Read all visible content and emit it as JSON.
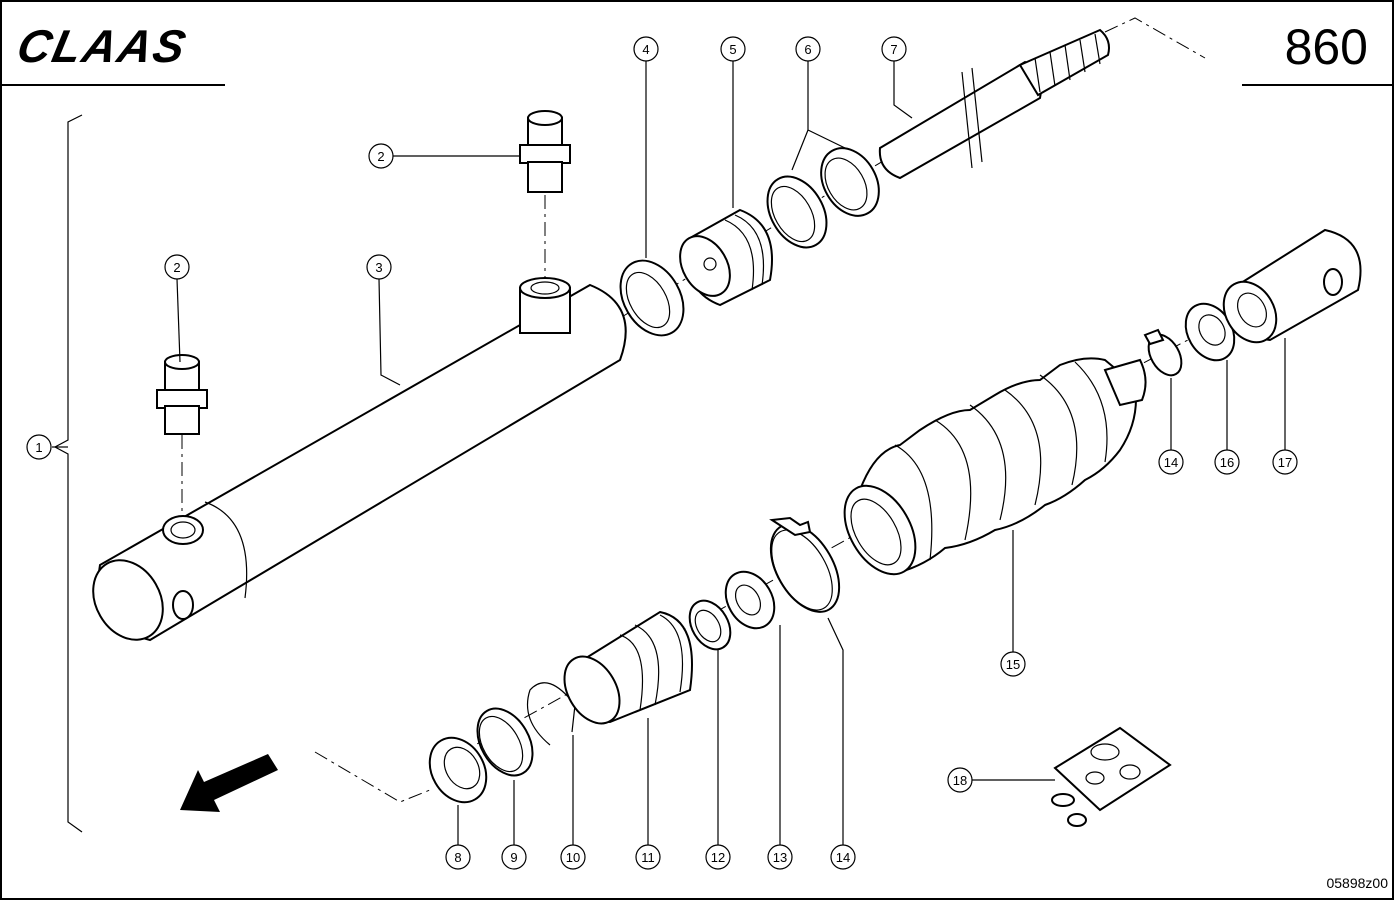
{
  "brand": {
    "logo_text": "CLAAS"
  },
  "page_number": "860",
  "drawing_code": "05898z00",
  "callouts": [
    {
      "id": "c1",
      "label": "1"
    },
    {
      "id": "c2a",
      "label": "2"
    },
    {
      "id": "c2b",
      "label": "2"
    },
    {
      "id": "c3",
      "label": "3"
    },
    {
      "id": "c4",
      "label": "4"
    },
    {
      "id": "c5",
      "label": "5"
    },
    {
      "id": "c6",
      "label": "6"
    },
    {
      "id": "c7",
      "label": "7"
    },
    {
      "id": "c8",
      "label": "8"
    },
    {
      "id": "c9",
      "label": "9"
    },
    {
      "id": "c10",
      "label": "10"
    },
    {
      "id": "c11",
      "label": "11"
    },
    {
      "id": "c12",
      "label": "12"
    },
    {
      "id": "c13",
      "label": "13"
    },
    {
      "id": "c14a",
      "label": "14"
    },
    {
      "id": "c14b",
      "label": "14"
    },
    {
      "id": "c15",
      "label": "15"
    },
    {
      "id": "c16",
      "label": "16"
    },
    {
      "id": "c17",
      "label": "17"
    },
    {
      "id": "c18",
      "label": "18"
    }
  ],
  "icons": {
    "direction": "arrow-down-left-icon",
    "logo": "claas-logo-icon"
  }
}
